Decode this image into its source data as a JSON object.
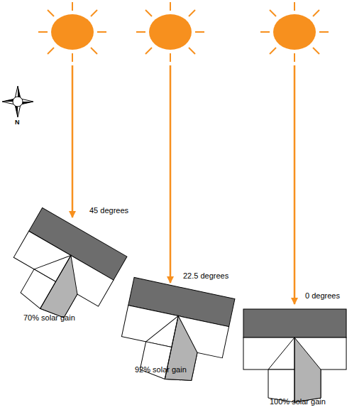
{
  "diagram": {
    "labels": [
      "N",
      "45 degrees",
      "22.5 degrees",
      "0 degrees",
      "70% solar gain",
      "92% solar gain",
      "100% solar gain"
    ]
  }
}
